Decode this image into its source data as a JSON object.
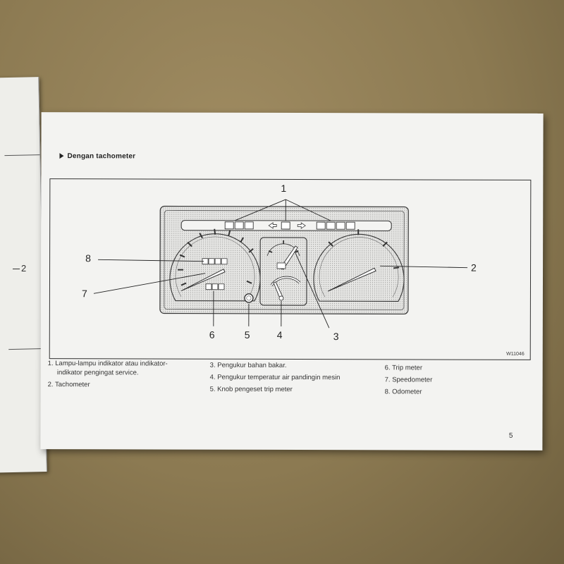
{
  "manual": {
    "section_title": "Dengan tachometer",
    "figure_code": "W11046",
    "page_number": "5",
    "left_page_label": "2"
  },
  "callouts": {
    "c1": "1",
    "c2": "2",
    "c3": "3",
    "c4": "4",
    "c5": "5",
    "c6": "6",
    "c7": "7",
    "c8": "8"
  },
  "legend": {
    "col1": [
      "1.  Lampu-lampu indikator atau indikator-",
      "     indikator pengingat service.",
      "2.  Tachometer"
    ],
    "col2": [
      "3.  Pengukur bahan bakar.",
      "4.  Pengukur temperatur air pandingin mesin",
      "5.  Knob pengeset trip meter"
    ],
    "col3": [
      "6.  Trip meter",
      "7.  Speedometer",
      "8.  Odometer"
    ]
  }
}
